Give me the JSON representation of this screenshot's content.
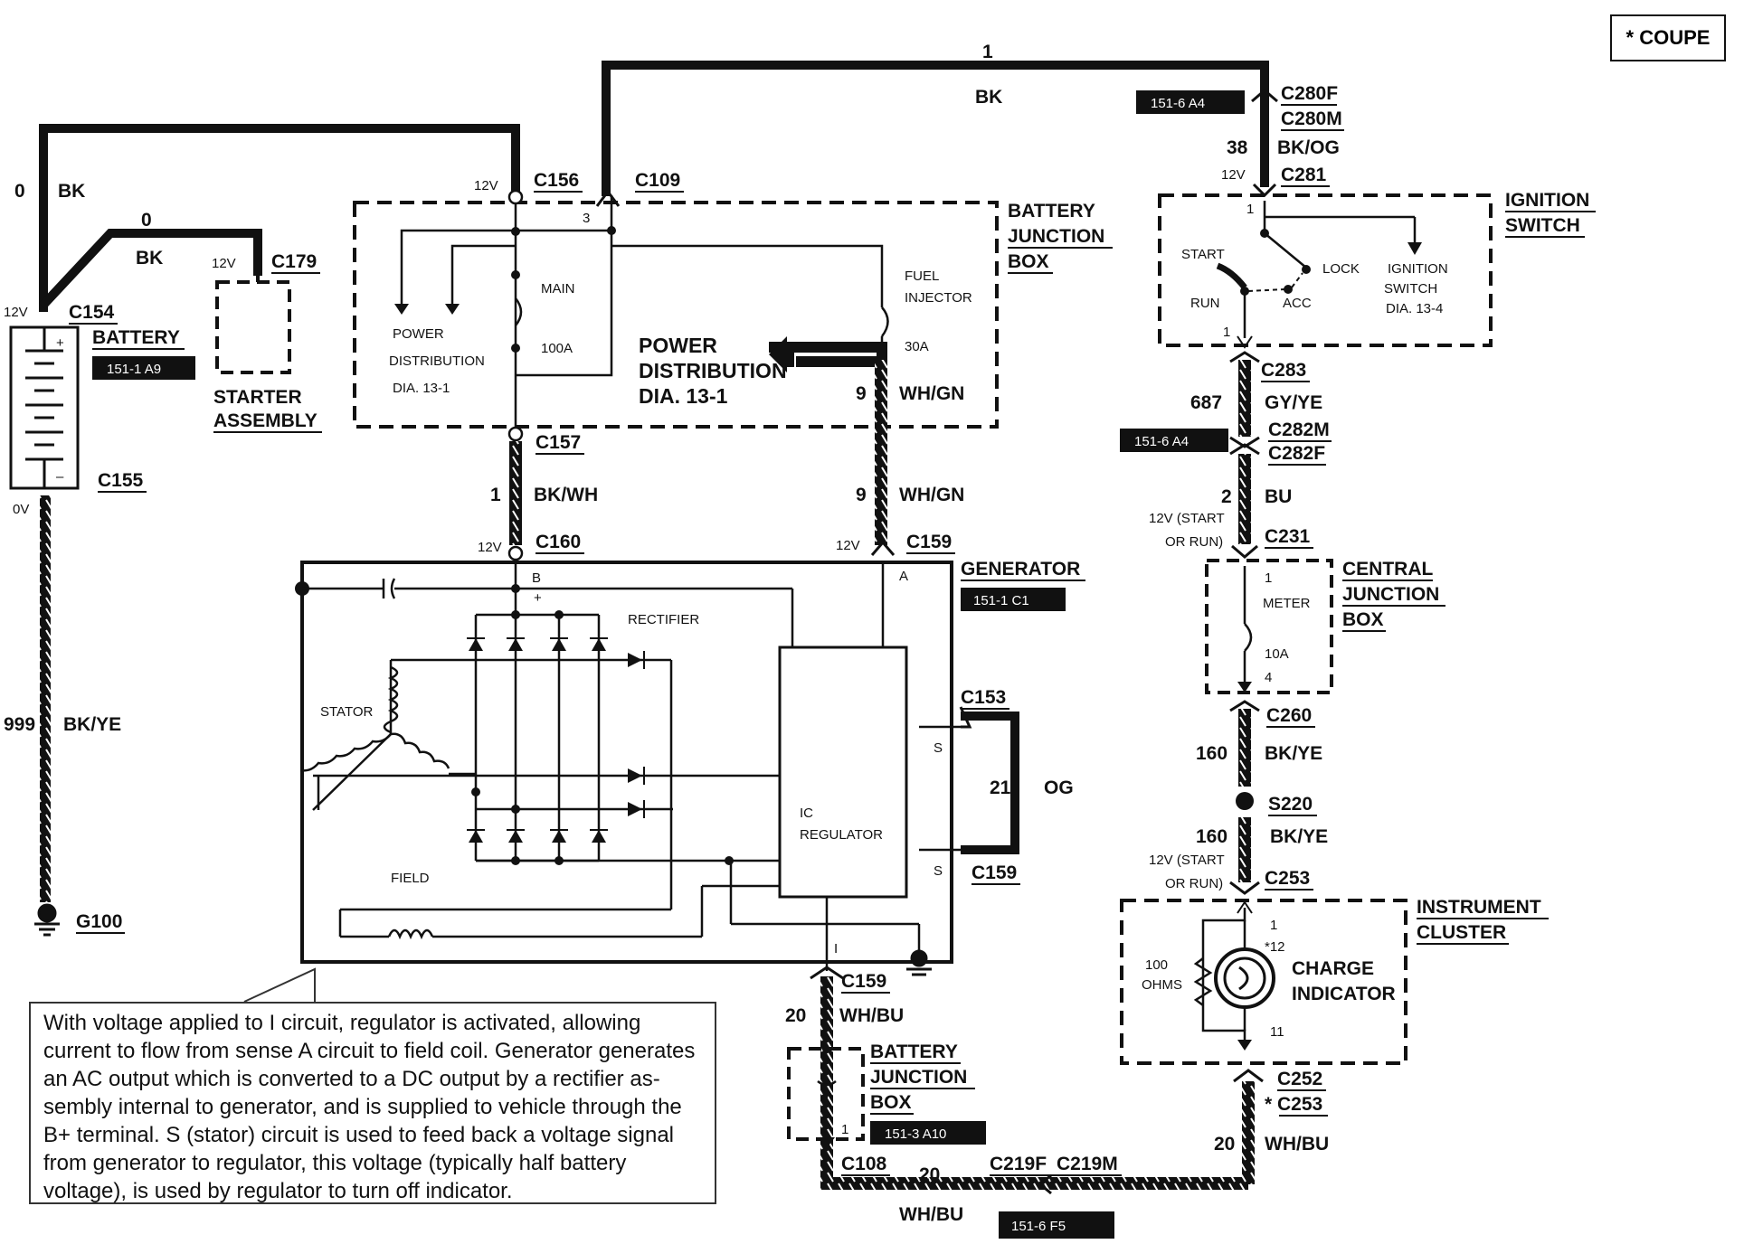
{
  "corner_tag": "* COUPE",
  "wires": {
    "w0_left_num": "0",
    "w0_left_color": "BK",
    "w0_mid_num": "0",
    "w0_mid_color": "BK",
    "w1_num": "1",
    "w1_color": "BK",
    "w38_num": "38",
    "w38_color": "BK/OG",
    "w687_num": "687",
    "w687_color": "GY/YE",
    "w2_num": "2",
    "w2_color": "BU",
    "w160a_num": "160",
    "w160a_color": "BK/YE",
    "w160b_num": "160",
    "w160b_color": "BK/YE",
    "w999_num": "999",
    "w999_color": "BK/YE",
    "w1b_num": "1",
    "w1b_color": "BK/WH",
    "w9a_num": "9",
    "w9a_color": "WH/GN",
    "w9b_num": "9",
    "w9b_color": "WH/GN",
    "w21_num": "21",
    "w21_color": "OG",
    "w20a_num": "20",
    "w20a_color": "WH/BU",
    "w20b_num": "20",
    "w20b_color": "WH/BU",
    "w20c_num": "20",
    "w20c_color": "WH/BU"
  },
  "connectors": {
    "c154": "C154",
    "c155": "C155",
    "c179": "C179",
    "c156": "C156",
    "c109": "C109",
    "c157": "C157",
    "c160": "C160",
    "c159_top": "C159",
    "c153": "C153",
    "c159_s": "C159",
    "c159_i": "C159",
    "c108": "C108",
    "c219f": "C219F",
    "c219m": "C219M",
    "c280f": "C280F",
    "c280m": "C280M",
    "c281": "C281",
    "c283": "C283",
    "c282m": "C282M",
    "c282f": "C282F",
    "c231": "C231",
    "c260": "C260",
    "s220": "S220",
    "c253": "C253",
    "c252": "C252",
    "c253b": "* C253",
    "g100": "G100"
  },
  "voltages": {
    "v_c154": "12V",
    "v_c155": "0V",
    "v_c179": "12V",
    "v_c156": "12V",
    "v_c160": "12V",
    "v_c159": "12V",
    "v_c281": "12V",
    "v_c231a": "12V (START",
    "v_c231b": "OR RUN)",
    "v_c253a": "12V (START",
    "v_c253b": "OR RUN)"
  },
  "components": {
    "battery": "BATTERY",
    "starter_1": "STARTER",
    "starter_2": "ASSEMBLY",
    "bjb_1": "BATTERY",
    "bjb_2": "JUNCTION",
    "bjb_3": "BOX",
    "main_fuse": "MAIN",
    "main_rating": "100A",
    "fuel_1": "FUEL",
    "fuel_2": "INJECTOR",
    "fuel_rating": "30A",
    "pd_small_1": "POWER",
    "pd_small_2": "DISTRIBUTION",
    "pd_small_3": "DIA. 13-1",
    "pd_big_1": "POWER",
    "pd_big_2": "DISTRIBUTION",
    "pd_big_3": "DIA. 13-1",
    "generator": "GENERATOR",
    "rectifier": "RECTIFIER",
    "stator": "STATOR",
    "field": "FIELD",
    "ic_1": "IC",
    "ic_2": "REGULATOR",
    "ign_1": "IGNITION",
    "ign_2": "SWITCH",
    "start": "START",
    "run": "RUN",
    "lock": "LOCK",
    "acc": "ACC",
    "ignsw_1": "IGNITION",
    "ignsw_2": "SWITCH",
    "ignsw_3": "DIA. 13-4",
    "cjb_1": "CENTRAL",
    "cjb_2": "JUNCTION",
    "cjb_3": "BOX",
    "meter": "METER",
    "meter_rating": "10A",
    "ic_cluster_1": "INSTRUMENT",
    "ic_cluster_2": "CLUSTER",
    "charge_1": "CHARGE",
    "charge_2": "INDICATOR",
    "ohms_1": "100",
    "ohms_2": "OHMS",
    "bjb2_1": "BATTERY",
    "bjb2_2": "JUNCTION",
    "bjb2_3": "BOX"
  },
  "pins": {
    "b": "B",
    "plus": "+",
    "a": "A",
    "s1": "S",
    "s2": "S",
    "i": "I",
    "p3": "3",
    "ign1": "1",
    "ign1b": "1",
    "cjb1": "1",
    "cjb4": "4",
    "cl1": "1",
    "cl12": "*12",
    "cl11": "11",
    "bjb1": "1"
  },
  "refs": {
    "r_battery": "151-1 A9",
    "r_c280": "151-6 A4",
    "r_c282": "151-6 A4",
    "r_generator": "151-1 C1",
    "r_bjb2": "151-3 A10",
    "r_c219": "151-6 F5"
  },
  "note_lines": [
    "With voltage applied to I circuit, regulator is activated, allowing",
    "current to flow from sense A circuit to field coil. Generator generates",
    "an AC output which is converted to a DC output by a rectifier as-",
    "sembly internal to generator, and is supplied to vehicle through the",
    "B+ terminal.  S (stator) circuit is used to feed back a voltage signal",
    "from generator to regulator, this voltage (typically half battery",
    "voltage), is used by regulator to turn off indicator."
  ]
}
